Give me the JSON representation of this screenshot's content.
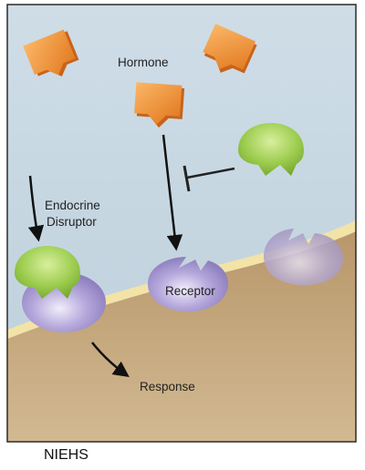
{
  "labels": {
    "hormone": "Hormone",
    "disruptor_line1": "Endocrine",
    "disruptor_line2": "Disruptor",
    "receptor": "Receptor",
    "response": "Response"
  },
  "credit": "NIEHS",
  "colors": {
    "extracellular": "#c7d8e3",
    "cell": "#c2a57c",
    "membrane": "#f3e3a6",
    "hormone": "#f08a2b",
    "disruptor": "#86b83a",
    "receptor": "#9b8cc4",
    "border": "#2b2b2b"
  },
  "icons": [
    "hormone-shape",
    "disruptor-shape",
    "receptor-shape",
    "arrow",
    "inhibition-bar"
  ]
}
